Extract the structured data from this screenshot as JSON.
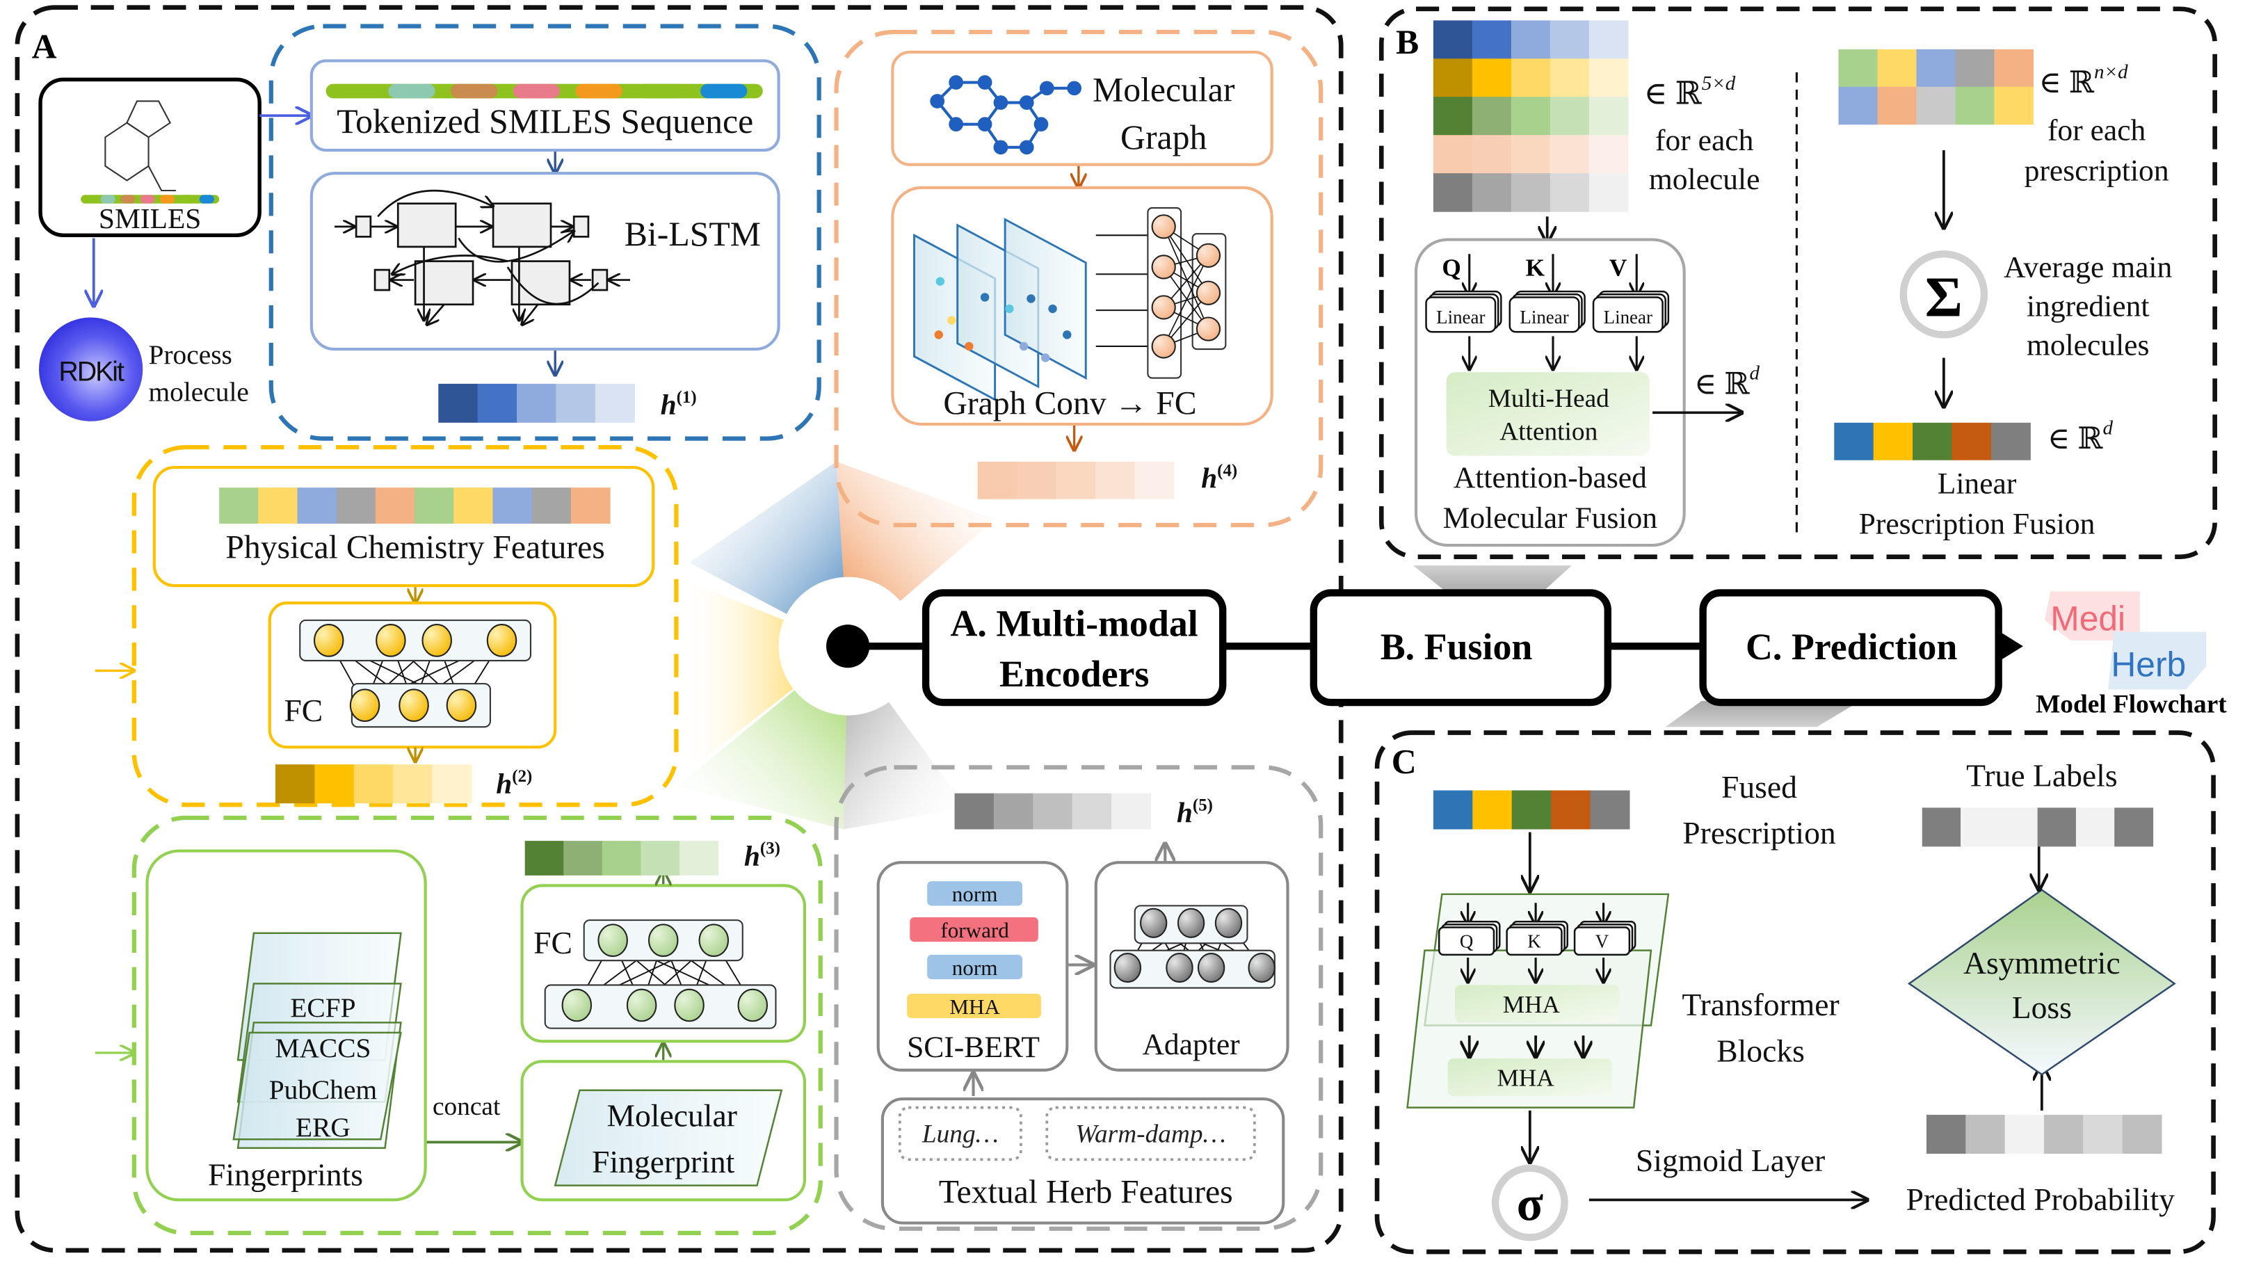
{
  "figure_title": "Model Flowchart",
  "logo": {
    "part1": "Medi",
    "part2": "Herb",
    "part1_color": "#f06a78",
    "part2_color": "#2f74c0"
  },
  "flow": {
    "stages": [
      {
        "line1": "A. Multi-modal",
        "line2": "Encoders"
      },
      {
        "line1": "B. Fusion",
        "line2": ""
      },
      {
        "line1": "C. Prediction",
        "line2": ""
      }
    ]
  },
  "panel_a": {
    "label": "A",
    "smiles": {
      "label": "SMILES",
      "token_colors": [
        "#8dc21f",
        "#8cc9b0",
        "#c98b4e",
        "#e87b8a",
        "#f39a1e",
        "#8dc21f",
        "#1a8ad4"
      ]
    },
    "rdkit": {
      "logo_text": "RDKit",
      "caption_line1": "Process",
      "caption_line2": "molecule"
    },
    "encoder1": {
      "color": "#2e75b6",
      "tokenized_label": "Tokenized SMILES Sequence",
      "model_label": "Bi-LSTM",
      "output_label": "h",
      "output_sup": "(1)",
      "output_colors": [
        "#2f5597",
        "#4472c4",
        "#8faadc",
        "#b4c7e7",
        "#dae3f3"
      ]
    },
    "encoder2": {
      "color": "#ffc000",
      "features_label": "Physical Chemistry Features",
      "feature_colors": [
        "#a9d18e",
        "#ffd966",
        "#8faadc",
        "#a5a5a5",
        "#f4b183",
        "#a9d18e",
        "#ffd966",
        "#8faadc",
        "#a5a5a5",
        "#f4b183"
      ],
      "fc_label": "FC",
      "output_label": "h",
      "output_sup": "(2)",
      "output_colors": [
        "#bf9000",
        "#ffc000",
        "#ffd966",
        "#ffe699",
        "#fff2cc"
      ]
    },
    "encoder3": {
      "color": "#92d050",
      "fingerprints_label": "Fingerprints",
      "fingerprint_types": [
        "ECFP",
        "MACCS",
        "PubChem",
        "ERG"
      ],
      "concat_label": "concat",
      "molecular_fp_line1": "Molecular",
      "molecular_fp_line2": "Fingerprint",
      "fc_label": "FC",
      "output_label": "h",
      "output_sup": "(3)",
      "output_colors": [
        "#548235",
        "#8fb074",
        "#a9d18e",
        "#c5e0b4",
        "#e2f0d9"
      ]
    },
    "encoder4": {
      "color": "#f4b183",
      "graph_line1": "Molecular",
      "graph_line2": "Graph",
      "conv_label": "Graph Conv →  FC",
      "output_label": "h",
      "output_sup": "(4)",
      "output_colors": [
        "#f8cbad",
        "#f8cfb4",
        "#fad8c0",
        "#fbe3d3",
        "#fcefe9"
      ]
    },
    "encoder5": {
      "color": "#a6a6a6",
      "bert_layers": [
        "norm",
        "forward",
        "norm",
        "MHA"
      ],
      "bert_layer_colors": [
        "#9dc3e6",
        "#f4717f",
        "#9dc3e6",
        "#ffd966"
      ],
      "bert_label": "SCI-BERT",
      "adapter_label": "Adapter",
      "text_examples": [
        "Lung…",
        "Warm-damp…"
      ],
      "text_features_label": "Textual Herb Features",
      "output_label": "h",
      "output_sup": "(5)",
      "output_colors": [
        "#7f7f7f",
        "#a5a5a5",
        "#bfbfbf",
        "#d9d9d9",
        "#f0f0f0"
      ]
    }
  },
  "panel_b": {
    "label": "B",
    "matrix_rows": [
      [
        "#2f5597",
        "#4472c4",
        "#8faadc",
        "#b4c7e7",
        "#dae3f3"
      ],
      [
        "#bf9000",
        "#ffc000",
        "#ffd966",
        "#ffe699",
        "#fff2cc"
      ],
      [
        "#548235",
        "#8fb074",
        "#a9d18e",
        "#c5e0b4",
        "#e2f0d9"
      ],
      [
        "#f8cbad",
        "#f8cfb4",
        "#fad8c0",
        "#fbe3d3",
        "#fcefe9"
      ],
      [
        "#7f7f7f",
        "#a5a5a5",
        "#bfbfbf",
        "#d9d9d9",
        "#f0f0f0"
      ]
    ],
    "matrix_dim": "∈ ℝ",
    "matrix_dim_sup": "5×d",
    "matrix_caption_line1": "for each",
    "matrix_caption_line2": "molecule",
    "qkv": [
      "Q",
      "K",
      "V"
    ],
    "linear_label": "Linear",
    "mha_line1": "Multi-Head",
    "mha_line2": "Attention",
    "output_dim": "∈ ℝ",
    "output_dim_sup": "d",
    "attention_caption_line1": "Attention-based",
    "attention_caption_line2": "Molecular Fusion",
    "prescription_rows": [
      [
        "#a9d18e",
        "#ffd966",
        "#8faadc",
        "#a5a5a5",
        "#f4b183"
      ],
      [
        "#8faadc",
        "#f4b183",
        "#c9c9c9",
        "#a9d18e",
        "#ffd966"
      ]
    ],
    "prescription_dim": "∈ ℝ",
    "prescription_dim_sup": "n×d",
    "prescription_caption_line1": "for each",
    "prescription_caption_line2": "prescription",
    "sum_symbol": "Σ",
    "average_line1": "Average main",
    "average_line2": "ingredient",
    "average_line3": "molecules",
    "fused_colors": [
      "#2e75b6",
      "#ffc000",
      "#548235",
      "#c55a11",
      "#7f7f7f"
    ],
    "fused_dim": "∈ ℝ",
    "fused_dim_sup": "d",
    "linear_caption_line1": "Linear",
    "linear_caption_line2": "Prescription Fusion"
  },
  "panel_c": {
    "label": "C",
    "fused_line1": "Fused",
    "fused_line2": "Prescription",
    "fused_colors": [
      "#2e75b6",
      "#ffc000",
      "#548235",
      "#c55a11",
      "#7f7f7f"
    ],
    "qkv": [
      "Q",
      "K",
      "V"
    ],
    "mha_label": "MHA",
    "transformer_line1": "Transformer",
    "transformer_line2": "Blocks",
    "sigma_symbol": "σ",
    "sigmoid_label": "Sigmoid Layer",
    "predicted_label": "Predicted Probability",
    "predicted_colors": [
      "#7f7f7f",
      "#bfbfbf",
      "#f2f2f2",
      "#bfbfbf",
      "#d9d9d9",
      "#bfbfbf"
    ],
    "true_labels_label": "True Labels",
    "true_label_colors": [
      "#7f7f7f",
      "#f2f2f2",
      "#f2f2f2",
      "#7f7f7f",
      "#f2f2f2",
      "#7f7f7f"
    ],
    "loss_line1": "Asymmetric",
    "loss_line2": "Loss"
  }
}
